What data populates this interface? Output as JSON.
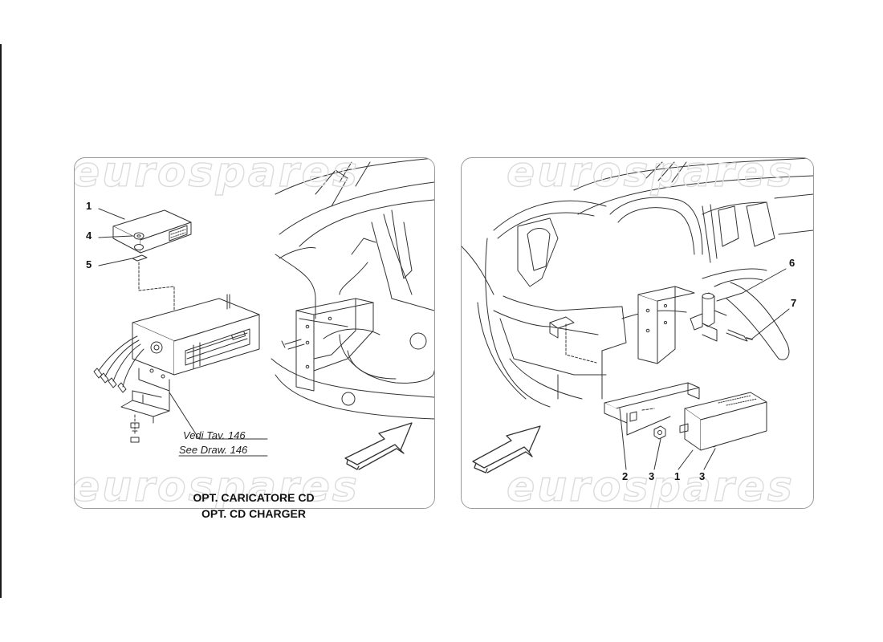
{
  "watermark": "eurospares",
  "left_panel": {
    "callouts": [
      "1",
      "4",
      "5"
    ],
    "ref_it": "Vedi Tav. 146",
    "ref_en": "See Draw. 146",
    "caption_it": "OPT. CARICATORE CD",
    "caption_en": "OPT. CD CHARGER"
  },
  "right_panel": {
    "callouts": [
      "6",
      "7",
      "2",
      "3",
      "1",
      "3"
    ]
  }
}
